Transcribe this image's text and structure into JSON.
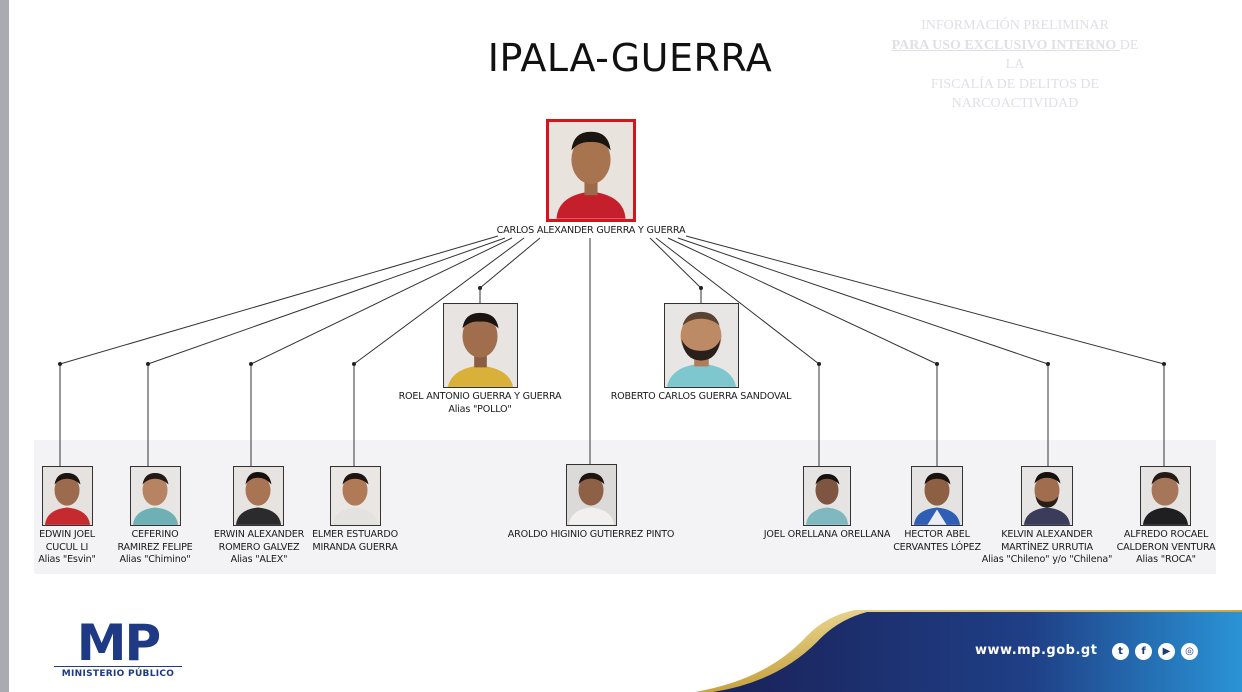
{
  "title": "IPALA-GUERRA",
  "watermark": {
    "line1": "INFORMACIÓN PRELIMINAR",
    "line2_underlined": "PARA USO EXCLUSIVO INTERNO ",
    "line2_rest": "DE",
    "line3": "LA",
    "line4": "FISCALÍA DE DELITOS DE",
    "line5": "NARCOACTIVIDAD"
  },
  "leader": {
    "name": "CARLOS ALEXANDER GUERRA Y GUERRA"
  },
  "tier2": [
    {
      "name": "ROEL ANTONIO GUERRA Y GUERRA",
      "alias": "Alias \"POLLO\""
    },
    {
      "name": "ROBERTO CARLOS GUERRA SANDOVAL"
    }
  ],
  "members": [
    {
      "lines": [
        "EDWIN JOEL",
        "CUCUL LI",
        "Alias \"Esvin\""
      ]
    },
    {
      "lines": [
        "CEFERINO",
        "RAMIREZ FELIPE",
        "Alias \"Chimino\""
      ]
    },
    {
      "lines": [
        "ERWIN ALEXANDER",
        "ROMERO GALVEZ",
        "Alias \"ALEX\""
      ]
    },
    {
      "lines": [
        "ELMER ESTUARDO",
        "MIRANDA GUERRA"
      ]
    },
    {
      "lines": [
        "AROLDO HIGINIO GUTIERREZ PINTO"
      ]
    },
    {
      "lines": [
        "JOEL ORELLANA ORELLANA"
      ]
    },
    {
      "lines": [
        "HECTOR ABEL",
        "CERVANTES LÓPEZ"
      ]
    },
    {
      "lines": [
        "KELVIN ALEXANDER",
        "MARTÍNEZ URRUTIA",
        "Alias \"Chileno\" y/o \"Chilena\""
      ]
    },
    {
      "lines": [
        "ALFREDO ROCAEL",
        "CALDERON VENTURA",
        "Alias \"ROCA\""
      ]
    }
  ],
  "footer": {
    "url": "www.mp.gob.gt",
    "logo_letters": "MP",
    "logo_subtitle": "MINISTERIO PÚBLICO",
    "social_icons": [
      "twitter-icon",
      "facebook-icon",
      "youtube-icon",
      "instagram-icon"
    ]
  },
  "colors": {
    "leader_border": "#d3161e",
    "brand_blue": "#1f3a84",
    "band_dark": "#1d2a63",
    "band_light": "#2a8fd1",
    "gold": "#c9a645"
  }
}
